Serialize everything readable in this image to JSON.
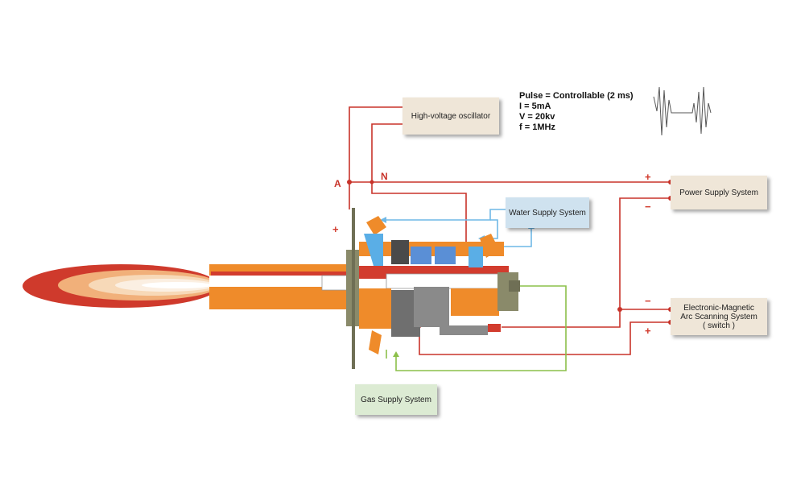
{
  "boxes": {
    "oscillator": "High-voltage oscillator",
    "water": "Water Supply System",
    "power": "Power Supply System",
    "arc": "Electronic-Magnetic\nArc Scanning System\n( switch )",
    "gas": "Gas Supply System"
  },
  "specs": {
    "pulse": "Pulse = Controllable (2 ms)",
    "current": "I = 5mA",
    "voltage": "V = 20kv",
    "frequency": "f = 1MHz"
  },
  "terminals": {
    "a": "A",
    "n": "N"
  },
  "polarity": {
    "power_plus": "+",
    "power_minus": "−",
    "arc_minus": "−",
    "arc_plus": "+",
    "torch_plus": "+"
  },
  "colors": {
    "wire_red": "#c8332a",
    "water_line": "#6fb8e6",
    "gas_line": "#8cc04a",
    "body_orange": "#ef8b2a",
    "body_red": "#d23c2e"
  }
}
